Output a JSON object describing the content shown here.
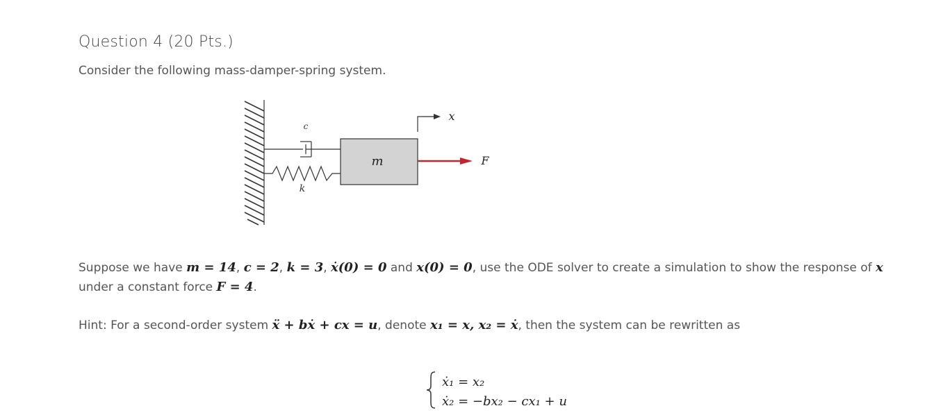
{
  "question": {
    "title": "Question 4 (20 Pts.)",
    "intro": "Consider the following mass-damper-spring system.",
    "figure": {
      "damper_label": "c",
      "spring_label": "k",
      "mass_label": "m",
      "force_label": "F",
      "displacement_label": "x",
      "force_color": "#c0272d",
      "mass_fill": "#d3d3d3"
    },
    "problem": {
      "t1": "Suppose we have ",
      "m_eq": "m = 14",
      "sep1": ", ",
      "c_eq": "c = 2",
      "sep2": ", ",
      "k_eq": "k = 3",
      "sep3": ", ",
      "xdot0_eq": "ẋ(0) = 0",
      "and": " and ",
      "x0_eq": "x(0) = 0",
      "t2": ", use the ODE solver to create a simulation to show the response of ",
      "x_var": "x",
      "t3": "under a constant force ",
      "F_eq": "F = 4",
      "end": "."
    },
    "hint": {
      "t1": "Hint: For a second-order system ",
      "ode": "ẍ + bẋ + cx = u",
      "t2": ", denote ",
      "sub": "x₁ = x, x₂ = ẋ",
      "t3": ", then the system can be rewritten as"
    },
    "equations": {
      "eq1": "ẋ₁ = x₂",
      "eq2": "ẋ₂ = −bx₂ − cx₁ + u"
    }
  }
}
